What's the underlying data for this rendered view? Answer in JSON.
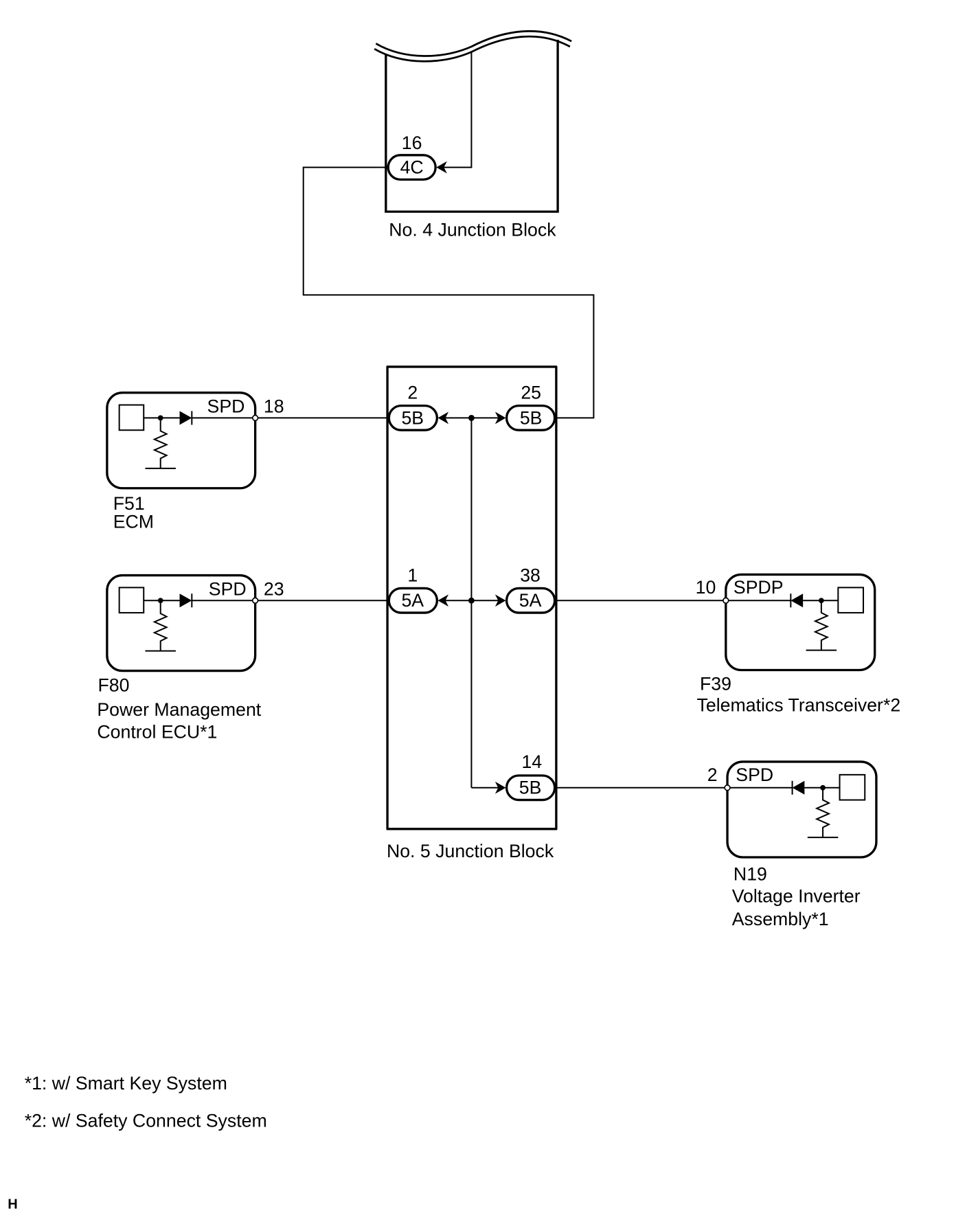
{
  "junction_blocks": [
    {
      "name": "No. 4 Junction Block",
      "connectors": [
        {
          "pin": "16",
          "code": "4C"
        }
      ]
    },
    {
      "name": "No. 5 Junction Block",
      "connectors": [
        {
          "pin": "2",
          "code": "5B"
        },
        {
          "pin": "25",
          "code": "5B"
        },
        {
          "pin": "1",
          "code": "5A"
        },
        {
          "pin": "38",
          "code": "5A"
        },
        {
          "pin": "14",
          "code": "5B"
        }
      ]
    }
  ],
  "components": [
    {
      "code": "F51",
      "name_lines": [
        "ECM"
      ],
      "terminal": "SPD",
      "pin": "18"
    },
    {
      "code": "F80",
      "name_lines": [
        "Power Management",
        "Control ECU*1"
      ],
      "terminal": "SPD",
      "pin": "23"
    },
    {
      "code": "F39",
      "name_lines": [
        "Telematics Transceiver*2"
      ],
      "terminal": "SPDP",
      "pin": "10"
    },
    {
      "code": "N19",
      "name_lines": [
        "Voltage Inverter",
        "Assembly*1"
      ],
      "terminal": "SPD",
      "pin": "2"
    }
  ],
  "footnotes": [
    "*1: w/ Smart Key System",
    "*2: w/ Safety Connect System"
  ],
  "corner_mark": "H"
}
